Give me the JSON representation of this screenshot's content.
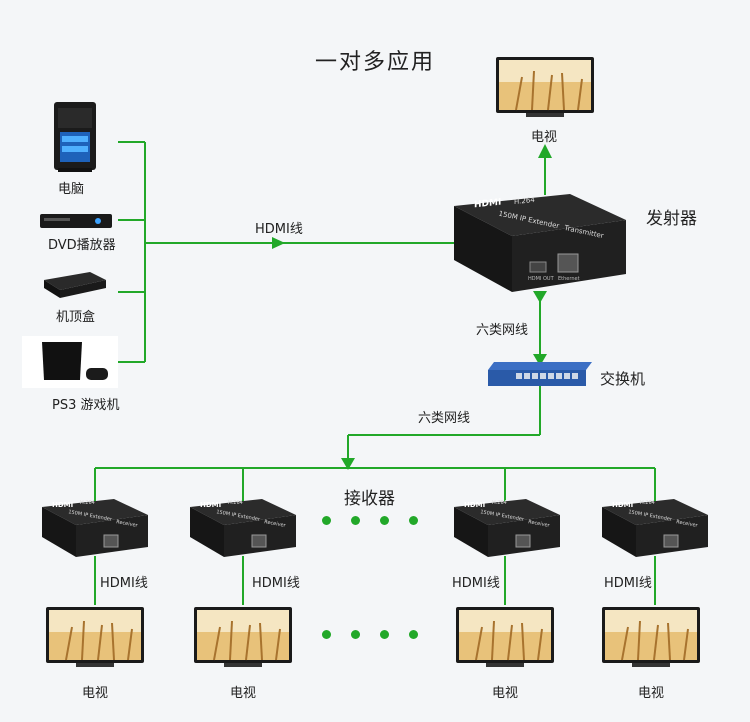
{
  "title": "一对多应用",
  "sources": [
    {
      "label": "电脑",
      "icon": "desktop-pc-icon"
    },
    {
      "label": "DVD播放器",
      "icon": "dvd-player-icon"
    },
    {
      "label": "机顶盒",
      "icon": "set-top-box-icon"
    },
    {
      "label": "PS3 游戏机",
      "icon": "game-console-icon"
    }
  ],
  "transmitter": {
    "label": "发射器",
    "brand": "HDMI",
    "codec": "H.264",
    "model": "150M IP Extender",
    "role": "Transmitter",
    "port_hdmi": "HDMI OUT",
    "port_eth": "Ethernet"
  },
  "receiver_brand": "HDMI",
  "receiver_codec": "H.264",
  "receiver_model": "150M IP Extender",
  "receiver_role": "Receiver",
  "top_tv_label": "电视",
  "hdmi_cable_label": "HDMI线",
  "cat6_label_1": "六类网线",
  "switch_label": "交换机",
  "cat6_label_2": "六类网线",
  "receivers_label": "接收器",
  "receivers": [
    {
      "cable": "HDMI线",
      "tv": "电视"
    },
    {
      "cable": "HDMI线",
      "tv": "电视"
    },
    {
      "cable": "HDMI线",
      "tv": "电视"
    },
    {
      "cable": "HDMI线",
      "tv": "电视"
    }
  ],
  "colors": {
    "wire": "#22a829",
    "device": "#1e1e1e",
    "switch": "#2a5aa8",
    "tv_bezel": "#1a1a1a"
  }
}
